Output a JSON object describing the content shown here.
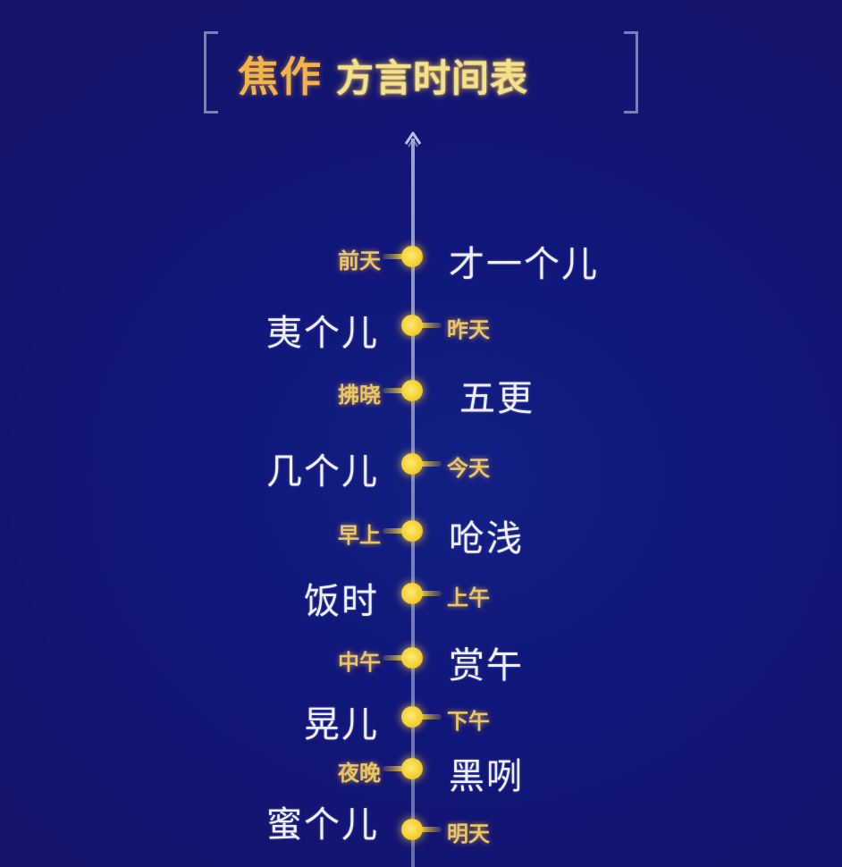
{
  "title": {
    "city": "焦作",
    "subtitle": "方言时间表"
  },
  "colors": {
    "background": "#13166a",
    "gold_label": "#e9c668",
    "title_city": "#f2b34a",
    "title_sub": "#f3e28a",
    "dot": "#f6d133",
    "dialect_text": "#eef0ff",
    "axis": "#a9b0dd"
  },
  "timeline": {
    "axis_icon": "up-arrow-icon",
    "entries": [
      {
        "standard": "前天",
        "dialect": "才一个儿",
        "standard_side": "left"
      },
      {
        "standard": "昨天",
        "dialect": "夷个儿",
        "standard_side": "right"
      },
      {
        "standard": "拂晓",
        "dialect": "五更",
        "standard_side": "left"
      },
      {
        "standard": "今天",
        "dialect": "几个儿",
        "standard_side": "right"
      },
      {
        "standard": "早上",
        "dialect": "呛浅",
        "standard_side": "left"
      },
      {
        "standard": "上午",
        "dialect": "饭时",
        "standard_side": "right"
      },
      {
        "standard": "中午",
        "dialect": "赏午",
        "standard_side": "left"
      },
      {
        "standard": "下午",
        "dialect": "晃儿",
        "standard_side": "right"
      },
      {
        "standard": "夜晚",
        "dialect": "黑咧",
        "standard_side": "left"
      },
      {
        "standard": "明天",
        "dialect": "蜜个儿",
        "standard_side": "right"
      }
    ]
  }
}
